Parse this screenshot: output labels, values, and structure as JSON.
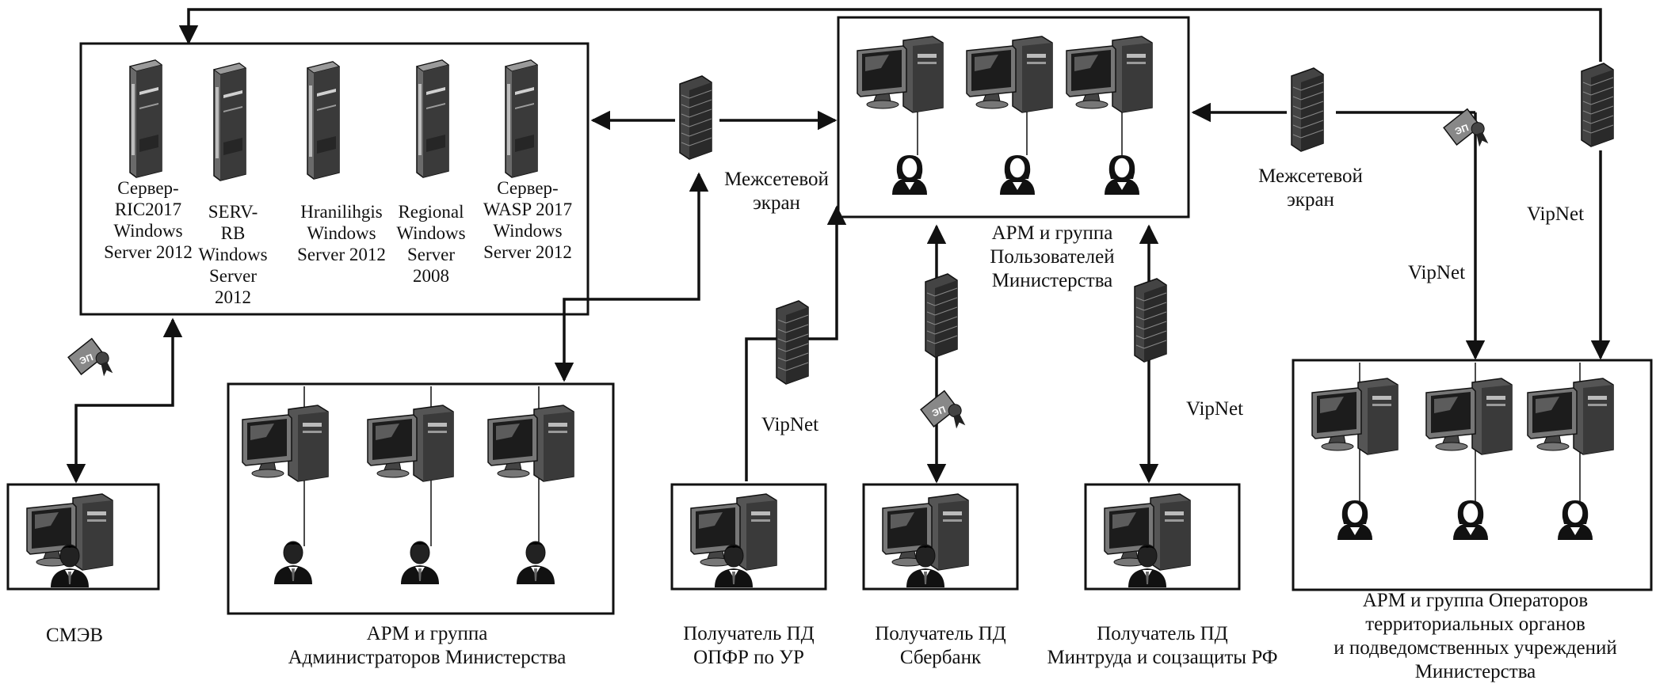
{
  "servers": [
    {
      "label": "Сервер-\nRIC2017\nWindows\nServer 2012"
    },
    {
      "label": "SERV-\nRB\nWindows\nServer\n2012"
    },
    {
      "label": "Hranilihgis\nWindows\nServer 2012"
    },
    {
      "label": "Regional\nWindows\nServer\n2008"
    },
    {
      "label": "Сервер-\nWASP 2017\nWindows\nServer 2012"
    }
  ],
  "firewall_left": "Межсетевой\nэкран",
  "firewall_right": "Межсетевой\nэкран",
  "users_group": "АРМ и группа\nПользователей\nМинистерства",
  "admins_group": "АРМ и группа\nАдминистраторов Министерства",
  "smev": "СМЭВ",
  "opfr": "Получатель ПД\nОПФР по УР",
  "sberbank": "Получатель ПД\nСбербанк",
  "mintrud": "Получатель ПД\nМинтруда и соцзащиты РФ",
  "operators_group": "АРМ и группа Операторов\nтерриториальных органов\nи подведомственных  учреждений\nМинистерства",
  "vipnet_1": "VipNet",
  "vipnet_2": "VipNet",
  "vipnet_3": "VipNet",
  "vipnet_4": "VipNet",
  "ep_badge": "ЭП"
}
